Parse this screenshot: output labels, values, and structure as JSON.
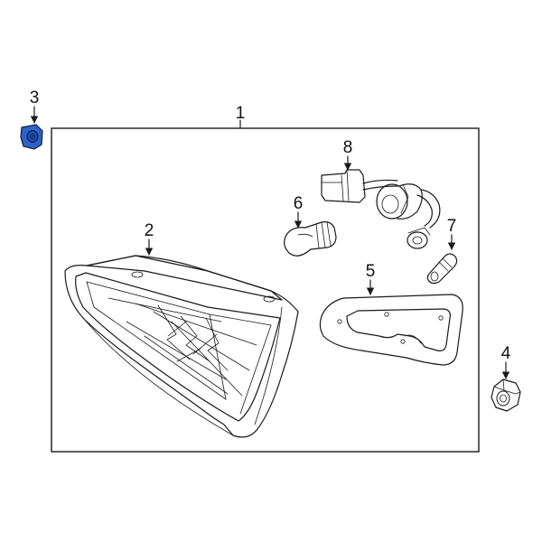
{
  "diagram": {
    "callouts": [
      {
        "id": "1",
        "label": "1"
      },
      {
        "id": "2",
        "label": "2"
      },
      {
        "id": "3",
        "label": "3"
      },
      {
        "id": "4",
        "label": "4"
      },
      {
        "id": "5",
        "label": "5"
      },
      {
        "id": "6",
        "label": "6"
      },
      {
        "id": "7",
        "label": "7"
      },
      {
        "id": "8",
        "label": "8"
      }
    ],
    "highlight_color": "#2f62c8",
    "line_color": "#1a1a1a",
    "background": "#ffffff"
  }
}
